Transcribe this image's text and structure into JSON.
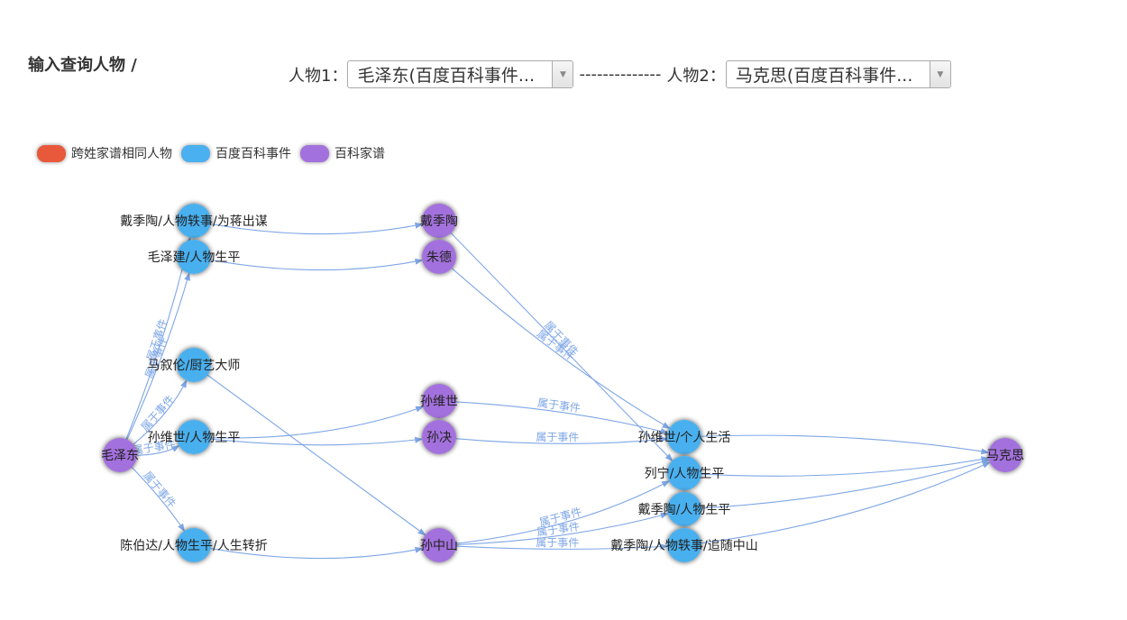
{
  "header": {
    "query_label": "输入查询人物 /",
    "person1_label": "人物1：",
    "person1_value": "毛泽东(百度百科事件...",
    "separator": "--------------",
    "person2_label": "人物2：",
    "person2_value": "马克思(百度百科事件..."
  },
  "legend": [
    {
      "label": "跨姓家谱相同人物",
      "color": "#e8583a"
    },
    {
      "label": "百度百科事件",
      "color": "#4ab0ef"
    },
    {
      "label": "百科家谱",
      "color": "#a371dd"
    }
  ],
  "colors": {
    "edge": "#7ea6e6",
    "baidu_event": "#4ab0ef",
    "family_tree": "#a371dd",
    "cross_surname": "#e8583a"
  },
  "graph": {
    "nodes": [
      {
        "id": "mao",
        "label": "毛泽东",
        "type": "family_tree"
      },
      {
        "id": "dai_yishi",
        "label": "戴季陶/人物轶事/为蒋出谋",
        "type": "baidu_event"
      },
      {
        "id": "mao_zejian",
        "label": "毛泽建/人物生平",
        "type": "baidu_event"
      },
      {
        "id": "ma_xulun",
        "label": "马叙伦/厨艺大师",
        "type": "baidu_event"
      },
      {
        "id": "sun_weishi_life",
        "label": "孙维世/人物生平",
        "type": "baidu_event"
      },
      {
        "id": "chen_boda",
        "label": "陈伯达/人物生平/人生转折",
        "type": "baidu_event"
      },
      {
        "id": "dai_jitao",
        "label": "戴季陶",
        "type": "family_tree"
      },
      {
        "id": "zhu_de",
        "label": "朱德",
        "type": "family_tree"
      },
      {
        "id": "sun_weishi",
        "label": "孙维世",
        "type": "family_tree"
      },
      {
        "id": "sun_jue",
        "label": "孙决",
        "type": "family_tree"
      },
      {
        "id": "sun_zhongshan",
        "label": "孙中山",
        "type": "family_tree"
      },
      {
        "id": "sun_weishi_personal",
        "label": "孙维世/个人生活",
        "type": "baidu_event"
      },
      {
        "id": "lie_ning",
        "label": "列宁/人物生平",
        "type": "baidu_event"
      },
      {
        "id": "dai_life",
        "label": "戴季陶/人物生平",
        "type": "baidu_event"
      },
      {
        "id": "dai_follow",
        "label": "戴季陶/人物轶事/追随中山",
        "type": "baidu_event"
      },
      {
        "id": "marx",
        "label": "马克思",
        "type": "family_tree"
      }
    ],
    "edges": [
      {
        "from": "mao",
        "to": "dai_yishi",
        "label": "属于事件"
      },
      {
        "from": "mao",
        "to": "mao_zejian",
        "label": "属于事件"
      },
      {
        "from": "mao",
        "to": "ma_xulun",
        "label": "属于事件"
      },
      {
        "from": "mao",
        "to": "sun_weishi_life",
        "label": "属于事件"
      },
      {
        "from": "mao",
        "to": "chen_boda",
        "label": "属于事件"
      },
      {
        "from": "dai_yishi",
        "to": "dai_jitao",
        "label": ""
      },
      {
        "from": "mao_zejian",
        "to": "zhu_de",
        "label": ""
      },
      {
        "from": "ma_xulun",
        "to": "sun_zhongshan",
        "label": ""
      },
      {
        "from": "sun_weishi_life",
        "to": "sun_weishi",
        "label": ""
      },
      {
        "from": "sun_weishi_life",
        "to": "sun_jue",
        "label": ""
      },
      {
        "from": "chen_boda",
        "to": "sun_zhongshan",
        "label": ""
      },
      {
        "from": "dai_jitao",
        "to": "lie_ning",
        "label": "属于事件"
      },
      {
        "from": "zhu_de",
        "to": "sun_weishi_personal",
        "label": "属于事件"
      },
      {
        "from": "sun_weishi",
        "to": "sun_weishi_personal",
        "label": "属于事件"
      },
      {
        "from": "sun_jue",
        "to": "sun_weishi_personal",
        "label": "属于事件"
      },
      {
        "from": "sun_zhongshan",
        "to": "lie_ning",
        "label": "属于事件"
      },
      {
        "from": "sun_zhongshan",
        "to": "dai_life",
        "label": "属于事件"
      },
      {
        "from": "sun_zhongshan",
        "to": "dai_follow",
        "label": "属于事件"
      },
      {
        "from": "sun_weishi_personal",
        "to": "marx",
        "label": ""
      },
      {
        "from": "lie_ning",
        "to": "marx",
        "label": ""
      },
      {
        "from": "dai_life",
        "to": "marx",
        "label": ""
      },
      {
        "from": "dai_follow",
        "to": "marx",
        "label": ""
      }
    ]
  }
}
